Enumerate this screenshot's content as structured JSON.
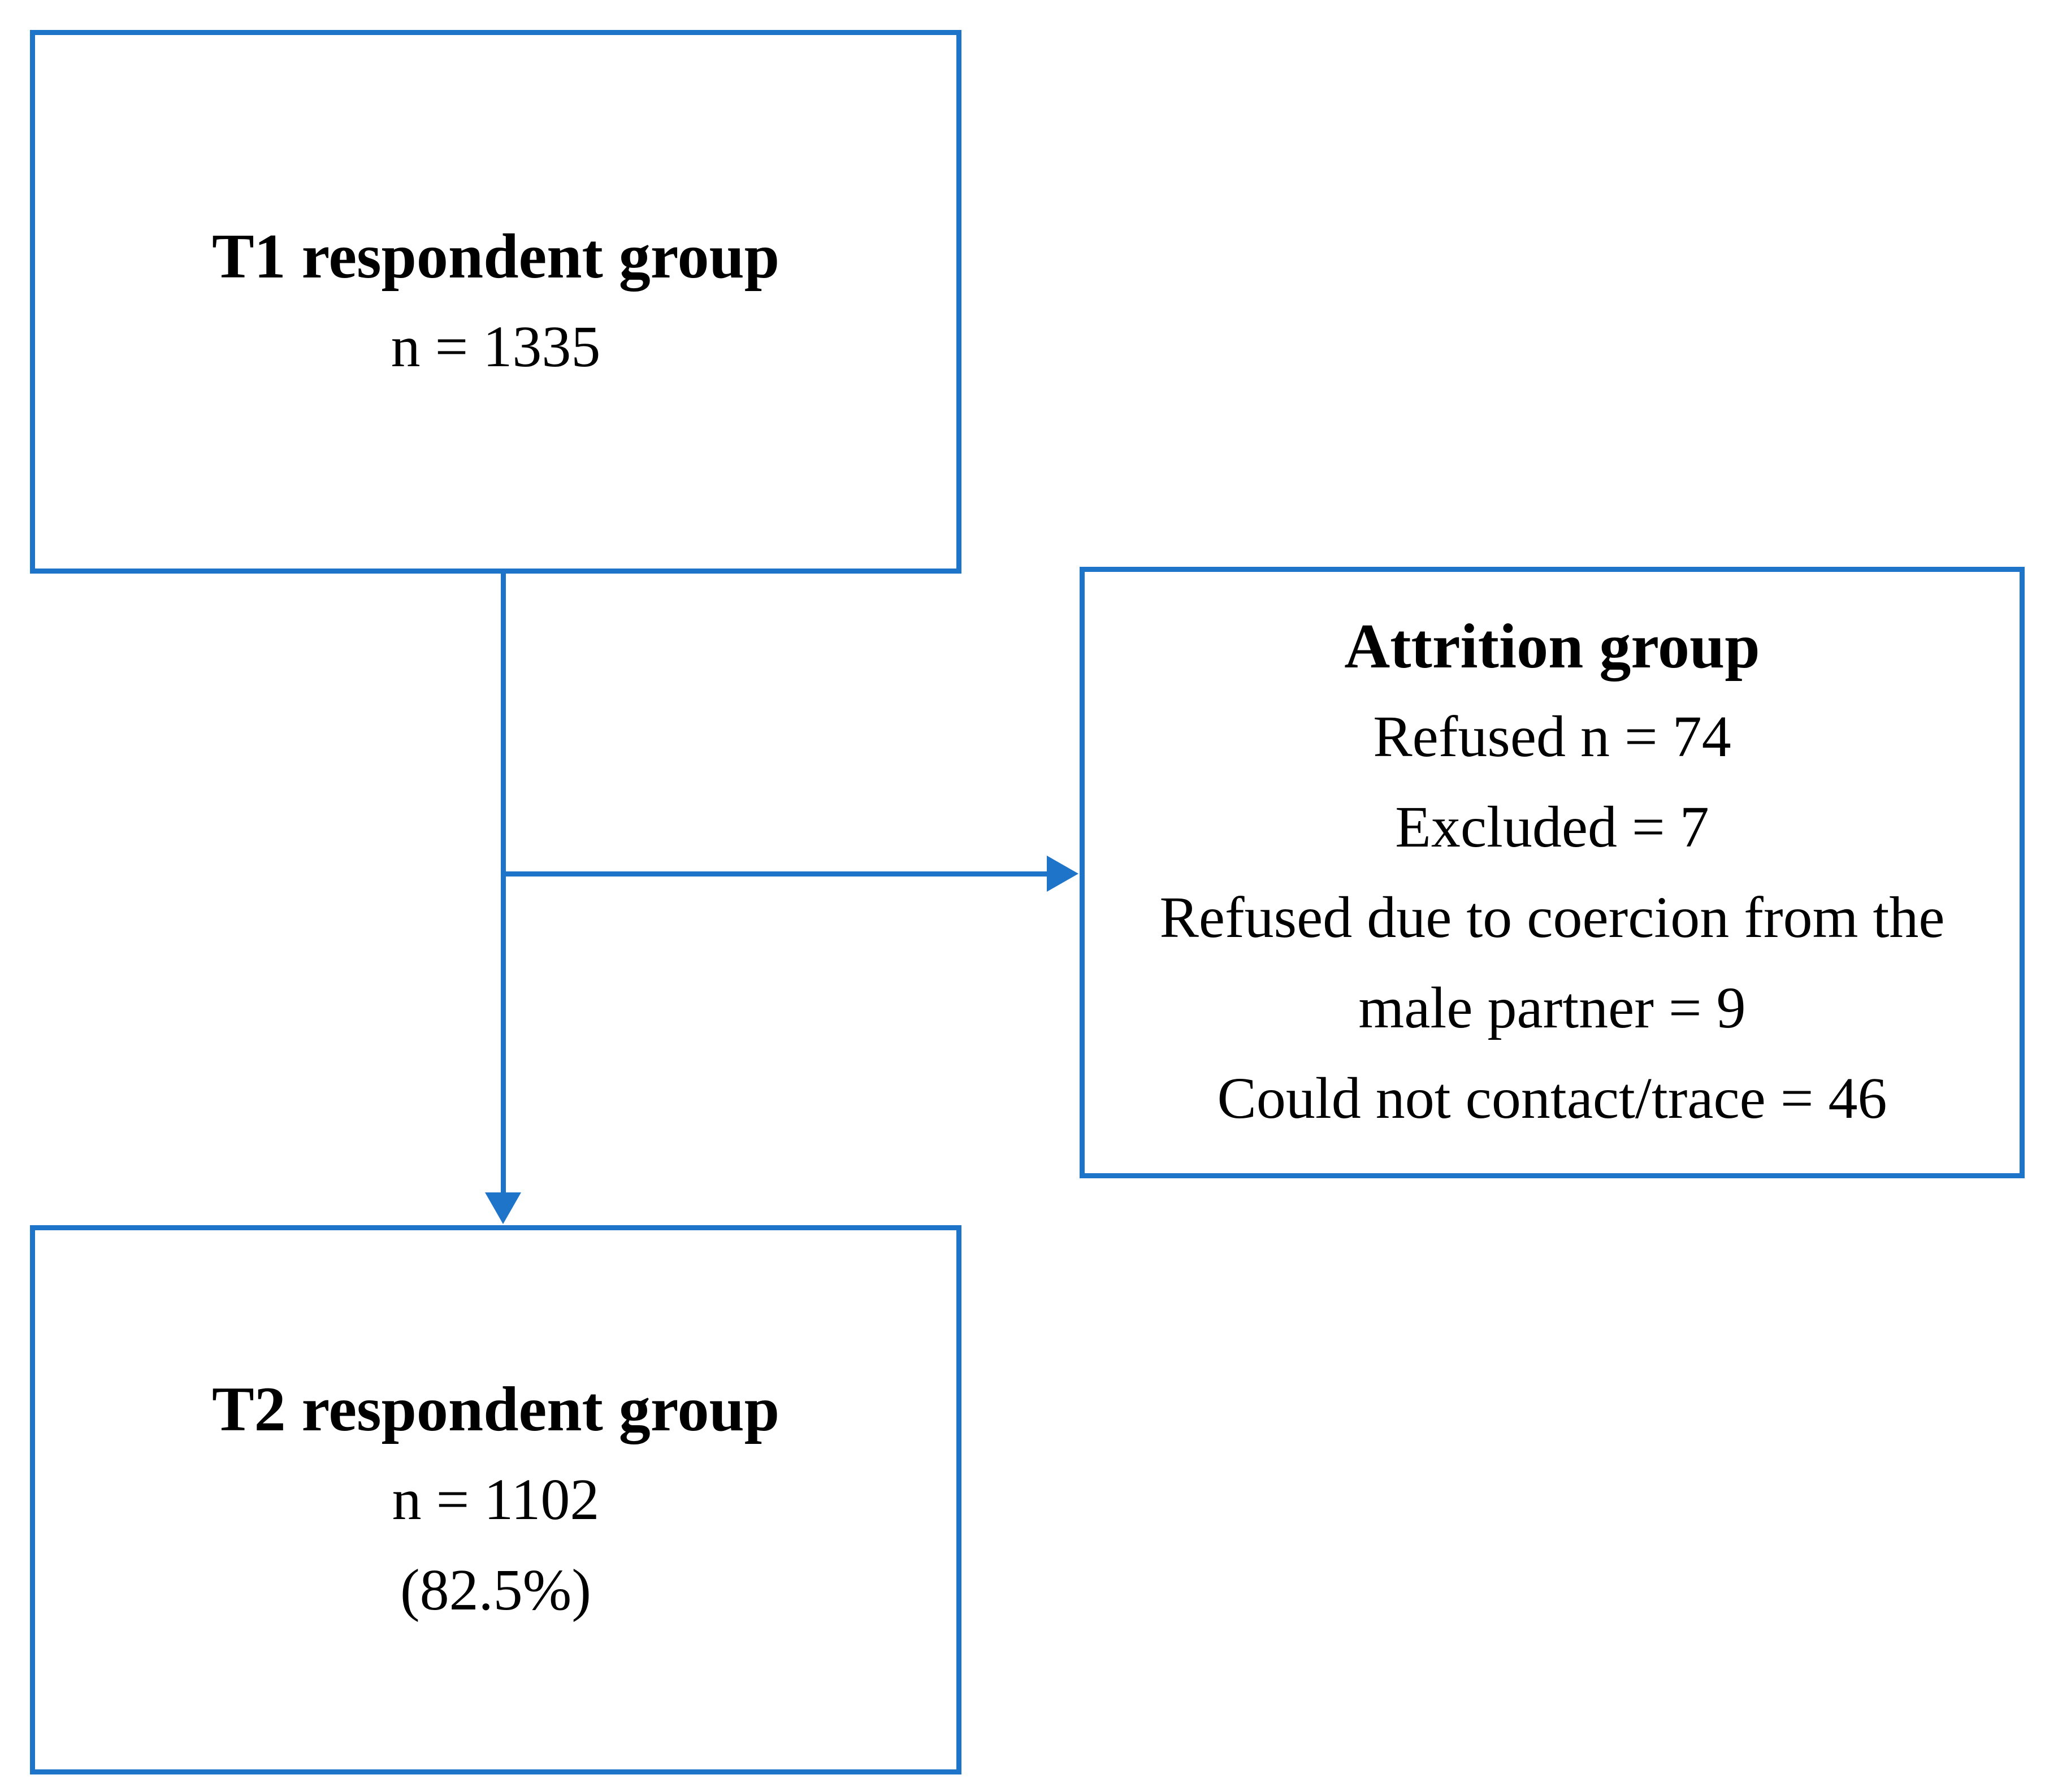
{
  "colors": {
    "accent": "#1E74C8",
    "text": "#000000",
    "background": "#FFFFFF"
  },
  "t1_box": {
    "title": "T1 respondent group",
    "count": "n = 1335"
  },
  "attrition_box": {
    "title": "Attrition group",
    "refused": "Refused n = 74",
    "excluded": "Excluded = 7",
    "coercion_line1": "Refused due to coercion from the",
    "coercion_line2": "male partner = 9",
    "no_contact": "Could not contact/trace = 46"
  },
  "t2_box": {
    "title": "T2 respondent group",
    "count": "n = 1102",
    "percent": "(82.5%)"
  }
}
